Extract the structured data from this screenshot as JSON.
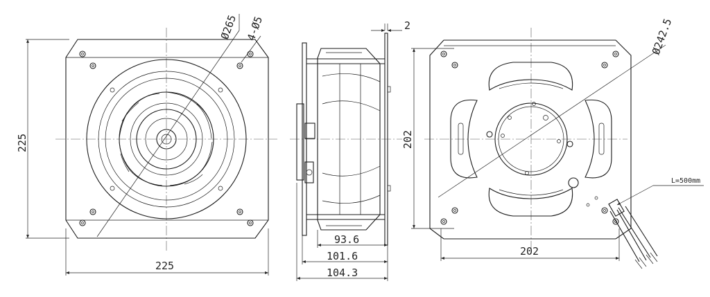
{
  "views": {
    "front": {
      "label_diameter": "Ø265",
      "label_holes": "4-Ø5",
      "label_height": "225",
      "label_width": "225"
    },
    "side": {
      "label_flange": "2",
      "label_d1": "93.6",
      "label_d2": "101.6",
      "label_d3": "104.3"
    },
    "rear": {
      "label_diameter": "Ø242.5",
      "label_height": "202",
      "label_width": "202",
      "label_cable": "L=500mm"
    }
  }
}
